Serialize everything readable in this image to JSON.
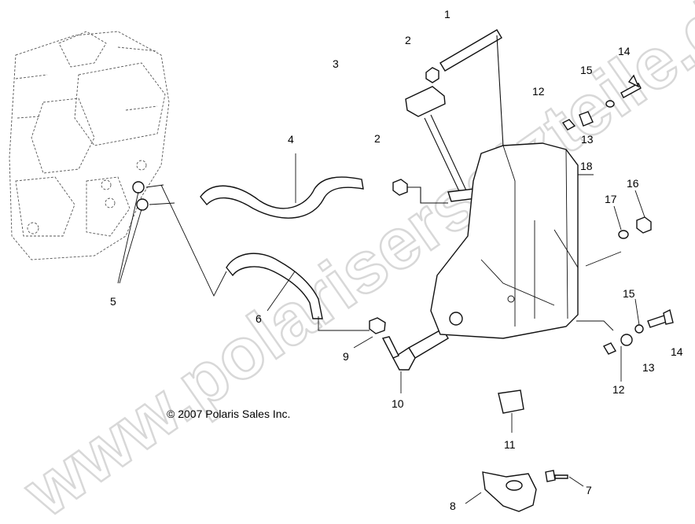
{
  "watermark": "www.polarisersatzteile.de",
  "copyright": "© 2007 Polaris Sales Inc.",
  "callouts": [
    "1",
    "2",
    "3",
    "4",
    "2",
    "5",
    "6",
    "9",
    "10",
    "11",
    "8",
    "7",
    "12",
    "13",
    "14",
    "15",
    "12",
    "13",
    "14",
    "15",
    "16",
    "17",
    "18"
  ]
}
